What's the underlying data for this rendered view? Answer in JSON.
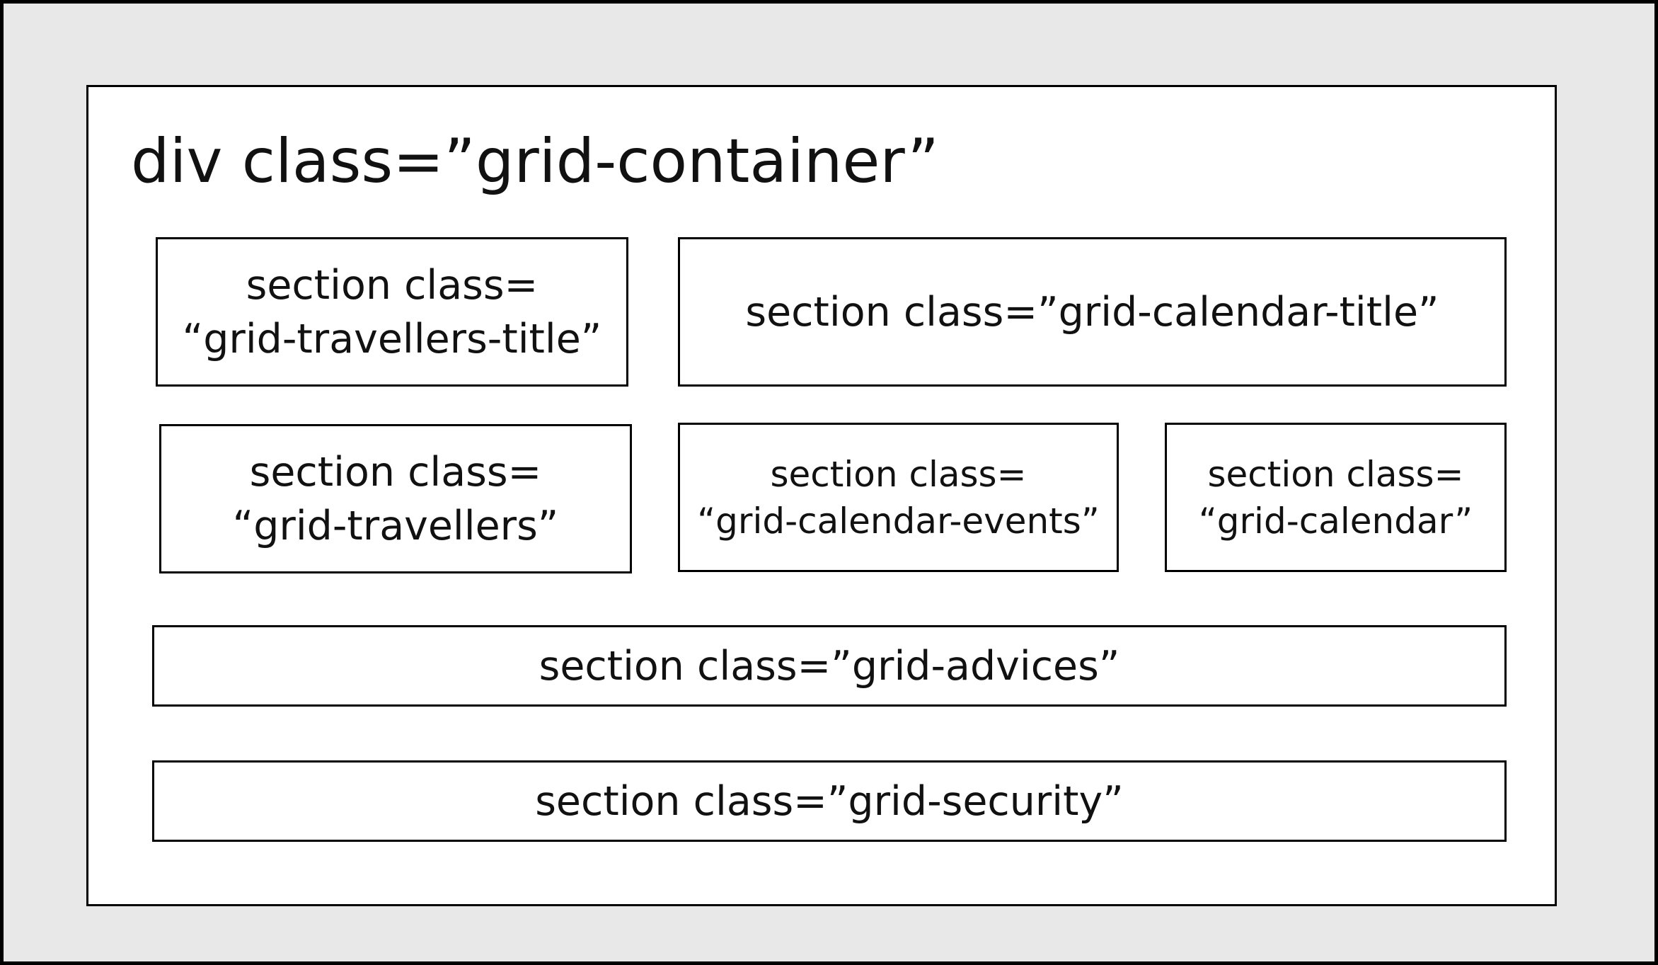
{
  "title": "div class=”grid-container”",
  "sections": {
    "travellers_title": {
      "line1": "section class=",
      "line2": "“grid-travellers-title”"
    },
    "calendar_title": {
      "line1": "section class=”grid-calendar-title”"
    },
    "travellers": {
      "line1": "section class=",
      "line2": "“grid-travellers”"
    },
    "calendar_events": {
      "line1": "section class=",
      "line2": "“grid-calendar-events”"
    },
    "calendar": {
      "line1": "section class=",
      "line2": "“grid-calendar”"
    },
    "advices": {
      "line1": "section class=”grid-advices”"
    },
    "security": {
      "line1": "section class=”grid-security”"
    }
  }
}
